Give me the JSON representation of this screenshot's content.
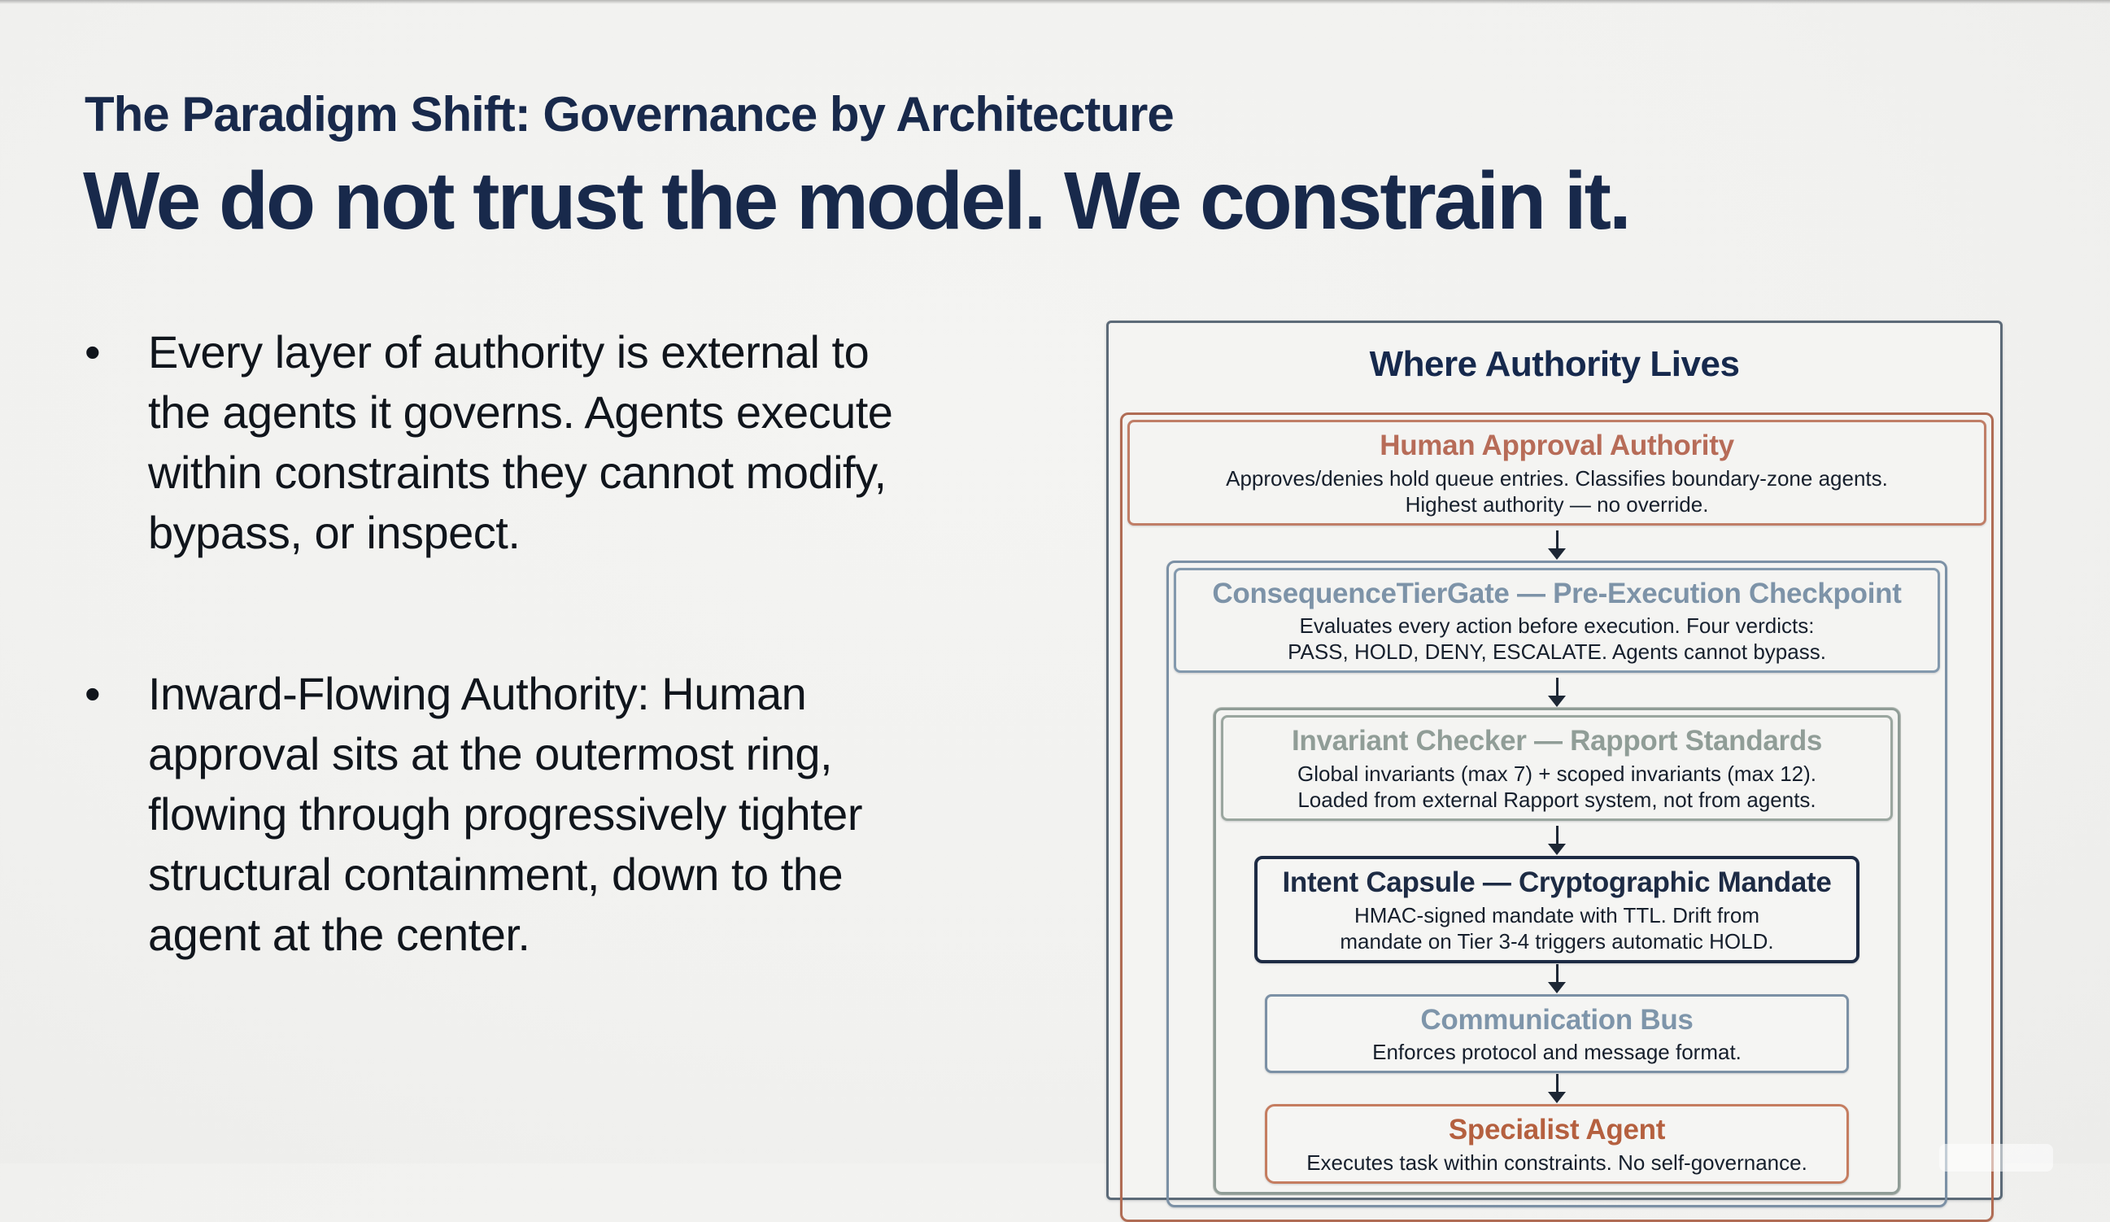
{
  "page": {
    "kicker": "The Paradigm Shift: Governance by Architecture",
    "headline": "We do not trust the model. We constrain it.",
    "bullet_marker": "•",
    "bullets": [
      {
        "text": "Every layer of authority is external to\nthe agents it governs. Agents execute\nwithin constraints they cannot modify,\nbypass, or inspect."
      },
      {
        "text": "Inward-Flowing Authority: Human\napproval sits at the outermost ring,\nflowing through progressively tighter\nstructural containment, down to the\nagent at the center."
      }
    ]
  },
  "diagram": {
    "title": "Where Authority Lives",
    "levels": [
      {
        "id": "human-approval-authority",
        "title": "Human Approval Authority",
        "desc": "Approves/denies hold queue entries. Classifies boundary-zone agents.\nHighest authority — no override.",
        "accent": "#b06c54"
      },
      {
        "id": "consequence-tier-gate",
        "title": "ConsequenceTierGate — Pre-Execution Checkpoint",
        "desc": "Evaluates every action before execution. Four verdicts:\nPASS, HOLD, DENY, ESCALATE. Agents cannot bypass.",
        "accent": "#7b90a5"
      },
      {
        "id": "invariant-checker",
        "title": "Invariant Checker — Rapport Standards",
        "desc": "Global invariants (max 7) + scoped invariants (max 12).\nLoaded from external Rapport system, not from agents.",
        "accent": "#8f9c96"
      },
      {
        "id": "intent-capsule",
        "title": "Intent Capsule — Cryptographic Mandate",
        "desc": "HMAC-signed mandate with TTL. Drift from\nmandate on Tier 3-4 triggers automatic HOLD.",
        "accent": "#1d2b44"
      },
      {
        "id": "communication-bus",
        "title": "Communication Bus",
        "desc": "Enforces protocol and message format.",
        "accent": "#7b90a5"
      },
      {
        "id": "specialist-agent",
        "title": "Specialist Agent",
        "desc": "Executes task within constraints. No self-governance.",
        "accent": "#c57d60"
      }
    ],
    "colors": {
      "panel_border": "#5c6a78",
      "title_navy": "#16294d",
      "arrow": "#1d2735",
      "orange_title": "#b76c58",
      "slate_title": "#7d93a8",
      "sage_title": "#909d97",
      "agent_title": "#b5603f",
      "desc_text": "#161f2c"
    }
  }
}
